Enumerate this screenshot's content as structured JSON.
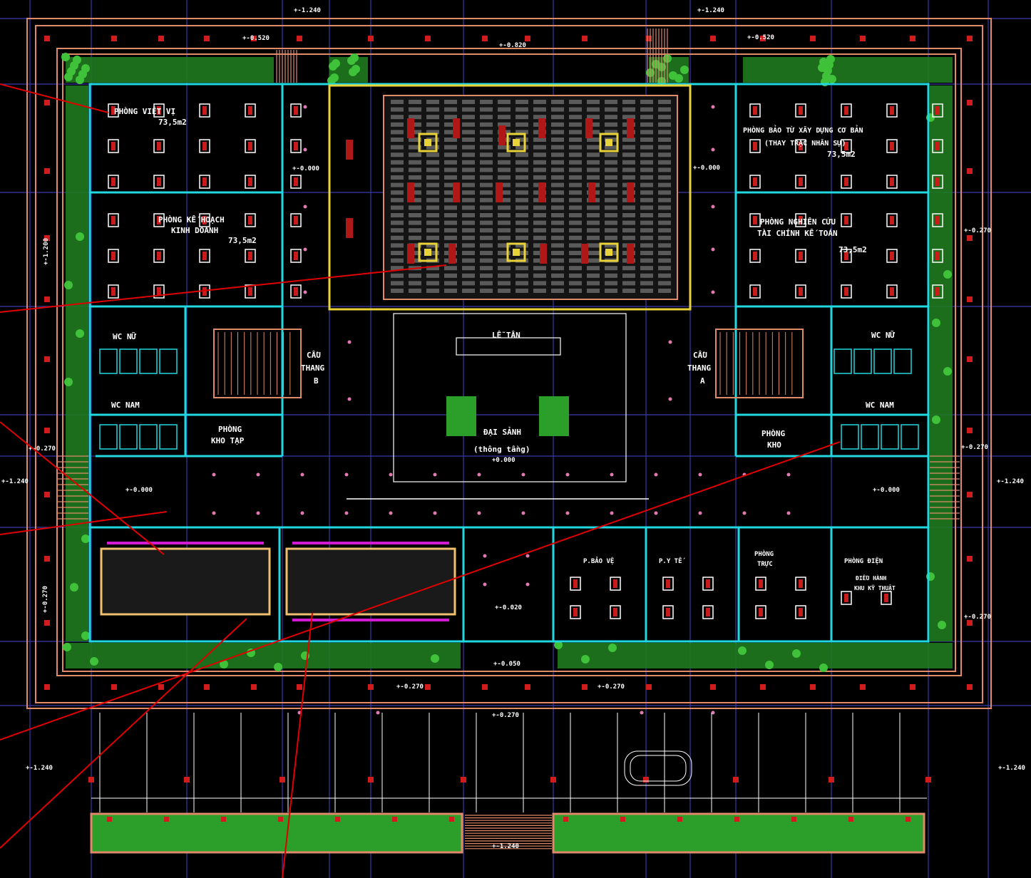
{
  "colors": {
    "background": "#000000",
    "grid": "#3a3aa8",
    "outer_wall": "#e08a6a",
    "inner_wall": "#20d8e0",
    "column": "#d01c1c",
    "greenery": "#2c9e2a",
    "hall_border": "#e8d23a",
    "magenta": "#d21ad2",
    "callout": "#e00000",
    "text": "#ffffff"
  },
  "rooms": [
    {
      "id": "tl1",
      "line1": "PHÒNG VIỆT VỊ",
      "line2": "73,5m2"
    },
    {
      "id": "tl2",
      "line1": "PHÒNG KẾ HOẠCH",
      "line2": "KINH DOANH",
      "line3": "73,5m2"
    },
    {
      "id": "tr1",
      "line1": "PHÒNG BẢO TỪ XÂY DỰNG CƠ BẢN",
      "line2": "(THAY TRẠC NHÂN SỰ)",
      "line3": "73,5m2"
    },
    {
      "id": "tr2",
      "line1": "PHÒNG NGHIÊN CỨU",
      "line2": "TÀI CHÍNH KẾ TOÁN",
      "line3": "73,5m2"
    },
    {
      "id": "wc_nu_l",
      "line1": "WC NỮ"
    },
    {
      "id": "wc_nam_l",
      "line1": "WC NAM"
    },
    {
      "id": "wc_nu_r",
      "line1": "WC NỮ"
    },
    {
      "id": "wc_nam_r",
      "line1": "WC NAM"
    },
    {
      "id": "stair_b",
      "line1": "CẦU",
      "line2": "THANG",
      "line3": "B"
    },
    {
      "id": "stair_a",
      "line1": "CẦU",
      "line2": "THANG",
      "line3": "A"
    },
    {
      "id": "kho_l",
      "line1": "PHÒNG",
      "line2": "KHO TẠP"
    },
    {
      "id": "kho_r",
      "line1": "PHÒNG",
      "line2": "KHO"
    },
    {
      "id": "le_tan",
      "line1": "LỄ TÂN"
    },
    {
      "id": "sanh",
      "line1": "ĐẠI SẢNH",
      "line2": "(thông tầng)",
      "line3": "+0.000"
    },
    {
      "id": "bl1",
      "line1": "P.BẢO VỆ"
    },
    {
      "id": "bl2",
      "line1": "P.Y TẾ"
    },
    {
      "id": "bl3",
      "line1": "PHÒNG",
      "line2": "TRỰC"
    },
    {
      "id": "bl4",
      "line1": "PHÒNG ĐIỆN",
      "line2": "ĐIỀU HÀNH",
      "line3": "KHU KỸ THUẬT"
    }
  ],
  "levels": [
    {
      "id": "top_left",
      "text": "+-1.240"
    },
    {
      "id": "top_right",
      "text": "+-1.240"
    },
    {
      "id": "top_mid",
      "text": "+-0.820"
    },
    {
      "id": "top_l2",
      "text": "+-0.520"
    },
    {
      "id": "top_r2",
      "text": "+-0.520"
    },
    {
      "id": "side_l",
      "text": "+-1.200"
    },
    {
      "id": "inner_l",
      "text": "+-0.000"
    },
    {
      "id": "inner_r",
      "text": "+-0.000"
    },
    {
      "id": "left_mid",
      "text": "+-0.270"
    },
    {
      "id": "right_mid",
      "text": "+-0.270"
    },
    {
      "id": "left_edge",
      "text": "+-1.240"
    },
    {
      "id": "right_edge",
      "text": "+-1.240"
    },
    {
      "id": "lobby_l",
      "text": "+-0.000"
    },
    {
      "id": "lobby_r",
      "text": "+-0.000"
    },
    {
      "id": "entry",
      "text": "+-0.020"
    },
    {
      "id": "front_mid",
      "text": "+-0.050"
    },
    {
      "id": "front_l",
      "text": "+-0.270"
    },
    {
      "id": "front_r",
      "text": "+-0.270"
    },
    {
      "id": "drive",
      "text": "+-0.270"
    },
    {
      "id": "bottom_l",
      "text": "+-1.240"
    },
    {
      "id": "bottom_r",
      "text": "+-1.240"
    },
    {
      "id": "bottom_mid",
      "text": "+-1.240"
    },
    {
      "id": "side_l2",
      "text": "+-0.270"
    },
    {
      "id": "right_side",
      "text": "+-0.270"
    },
    {
      "id": "right_side2",
      "text": "+-0.270"
    }
  ]
}
